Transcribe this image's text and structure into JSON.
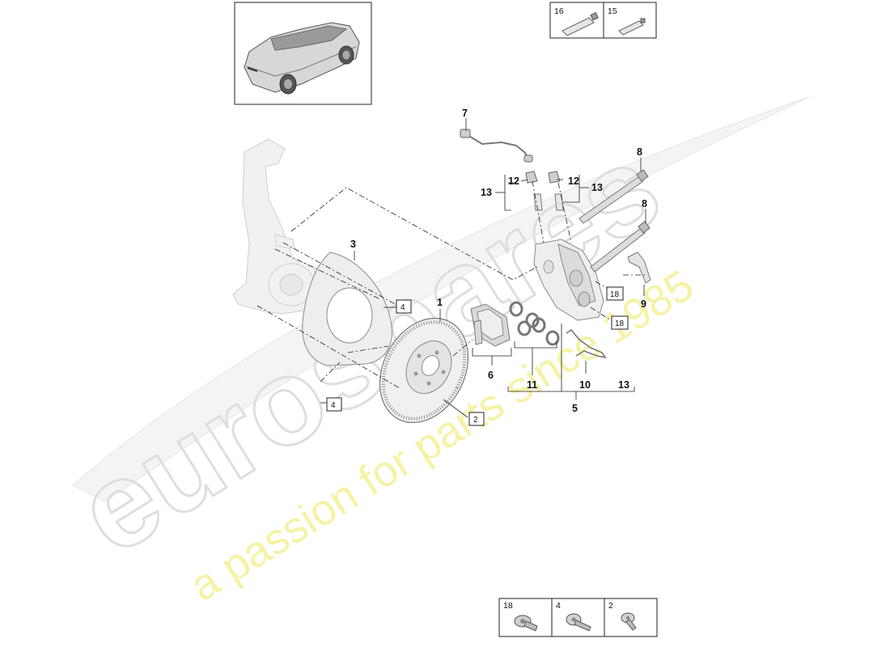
{
  "watermark": {
    "brand": "eurospares",
    "tagline": "a passion for parts since 1985"
  },
  "thumbnail": {
    "name": "vehicle-thumbnail"
  },
  "accessory_boxes": {
    "top": [
      {
        "number": "16",
        "icon": "grease-tube-icon"
      },
      {
        "number": "15",
        "icon": "paste-tube-icon"
      }
    ],
    "bottom": [
      {
        "number": "18",
        "icon": "flange-bolt-icon"
      },
      {
        "number": "4",
        "icon": "shield-bolt-icon"
      },
      {
        "number": "2",
        "icon": "disc-screw-icon"
      }
    ]
  },
  "callouts": {
    "c1": "1",
    "c3": "3",
    "c5": "5",
    "c6": "6",
    "c7": "7",
    "c8a": "8",
    "c8b": "8",
    "c9": "9",
    "c10": "10",
    "c11": "11",
    "c12a": "12",
    "c12b": "12",
    "c13a": "13",
    "c13b": "13",
    "c13c": "13"
  },
  "boxed_callouts": {
    "b4a": "4",
    "b4b": "4",
    "b2": "2",
    "b18a": "18",
    "b18b": "18"
  }
}
